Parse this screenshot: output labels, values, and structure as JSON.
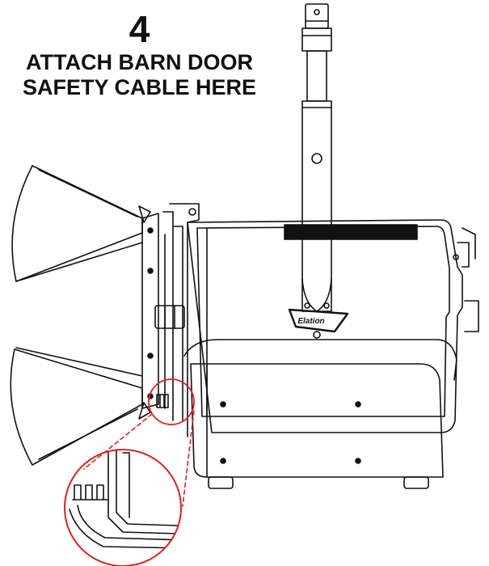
{
  "step": {
    "number": "4",
    "line1": "ATTACH BARN DOOR",
    "line2": "SAFETY CABLE HERE"
  },
  "brand": {
    "logo_text": "Elation"
  },
  "colors": {
    "callout": "#e02020",
    "line": "#111111"
  },
  "icons": {
    "callout": "magnifier-circle",
    "device": "fresnel-light-fixture"
  }
}
